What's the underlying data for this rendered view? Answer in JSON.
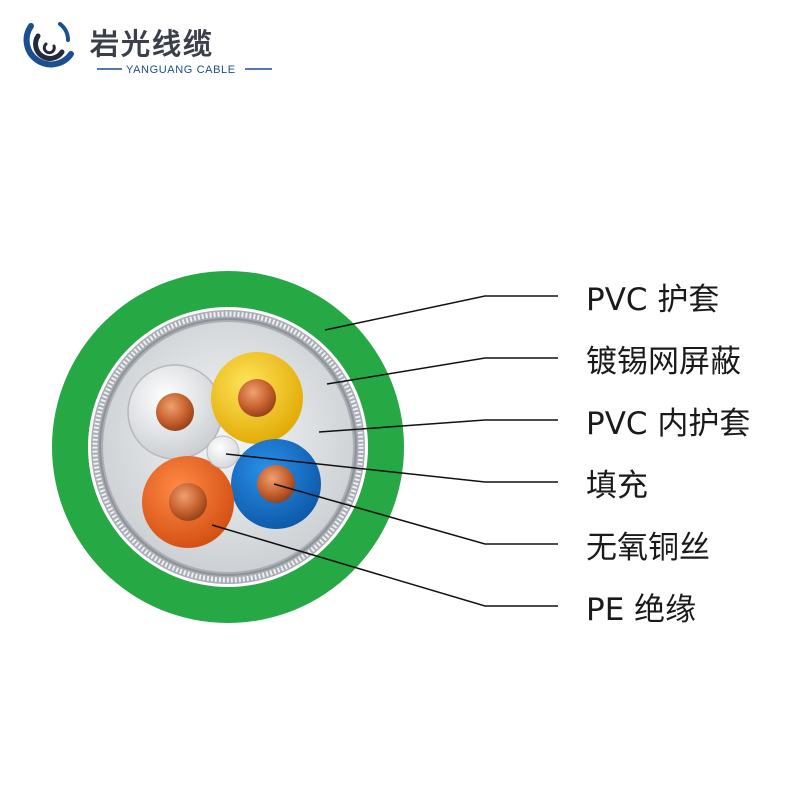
{
  "brand": {
    "name_cn": "岩光线缆",
    "name_en": "YANGUANG CABLE"
  },
  "colors": {
    "logo_blue": "#1c4f8f",
    "logo_dark": "#232b3a",
    "brand_text": "#3a3f4a",
    "jacket_green": "#26a844",
    "shield_silver": "#b7bcc2",
    "inner_sheath": "#e6e8ea",
    "core_white": "#eceef0",
    "core_yellow": "#f1c40f",
    "core_blue": "#1476cf",
    "core_orange": "#ef6420",
    "copper": "#c5602e",
    "label_text": "#1a1a1a"
  },
  "callouts": [
    {
      "label": "PVC 护套"
    },
    {
      "label": "镀锡网屏蔽"
    },
    {
      "label": "PVC 内护套"
    },
    {
      "label": "填充"
    },
    {
      "label": "无氧铜丝"
    },
    {
      "label": "PE 绝缘"
    }
  ]
}
